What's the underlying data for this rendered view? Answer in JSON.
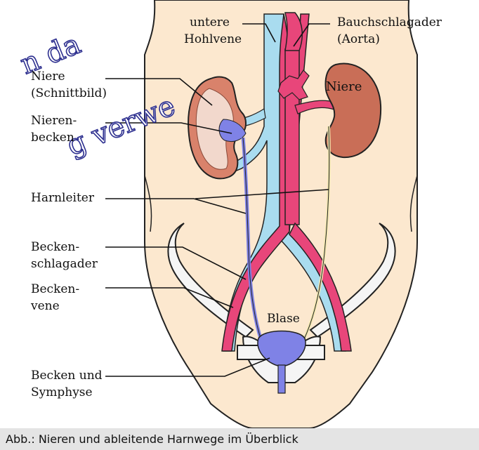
{
  "labels": {
    "untere_hohlvene": [
      "untere",
      "Hohlvene"
    ],
    "bauchschlagader": [
      "Bauchschlagader",
      "(Aorta)"
    ],
    "niere_schnitt": [
      "Niere",
      "(Schnittbild)"
    ],
    "niere": "Niere",
    "nierenbecken": [
      "Nieren-",
      "becken"
    ],
    "harnleiter": "Harnleiter",
    "beckenschlagader": [
      "Becken-",
      "schlagader"
    ],
    "beckenvene": [
      "Becken-",
      "vene"
    ],
    "blase": "Blase",
    "becken_symphyse": [
      "Becken und",
      "Symphyse"
    ]
  },
  "watermark": [
    "n da",
    "g verwe"
  ],
  "caption": "Abb.: Nieren und ableitende Harnwege im Überblick",
  "colors": {
    "skin": "#fce8cf",
    "vein": "#a9dcef",
    "artery": "#e8467a",
    "kidney": "#c96e57",
    "urinary": "#7f82e6",
    "bone": "#f5f5f5",
    "caption_bg": "#e4e4e4",
    "watermark": "#2d2f8f"
  }
}
